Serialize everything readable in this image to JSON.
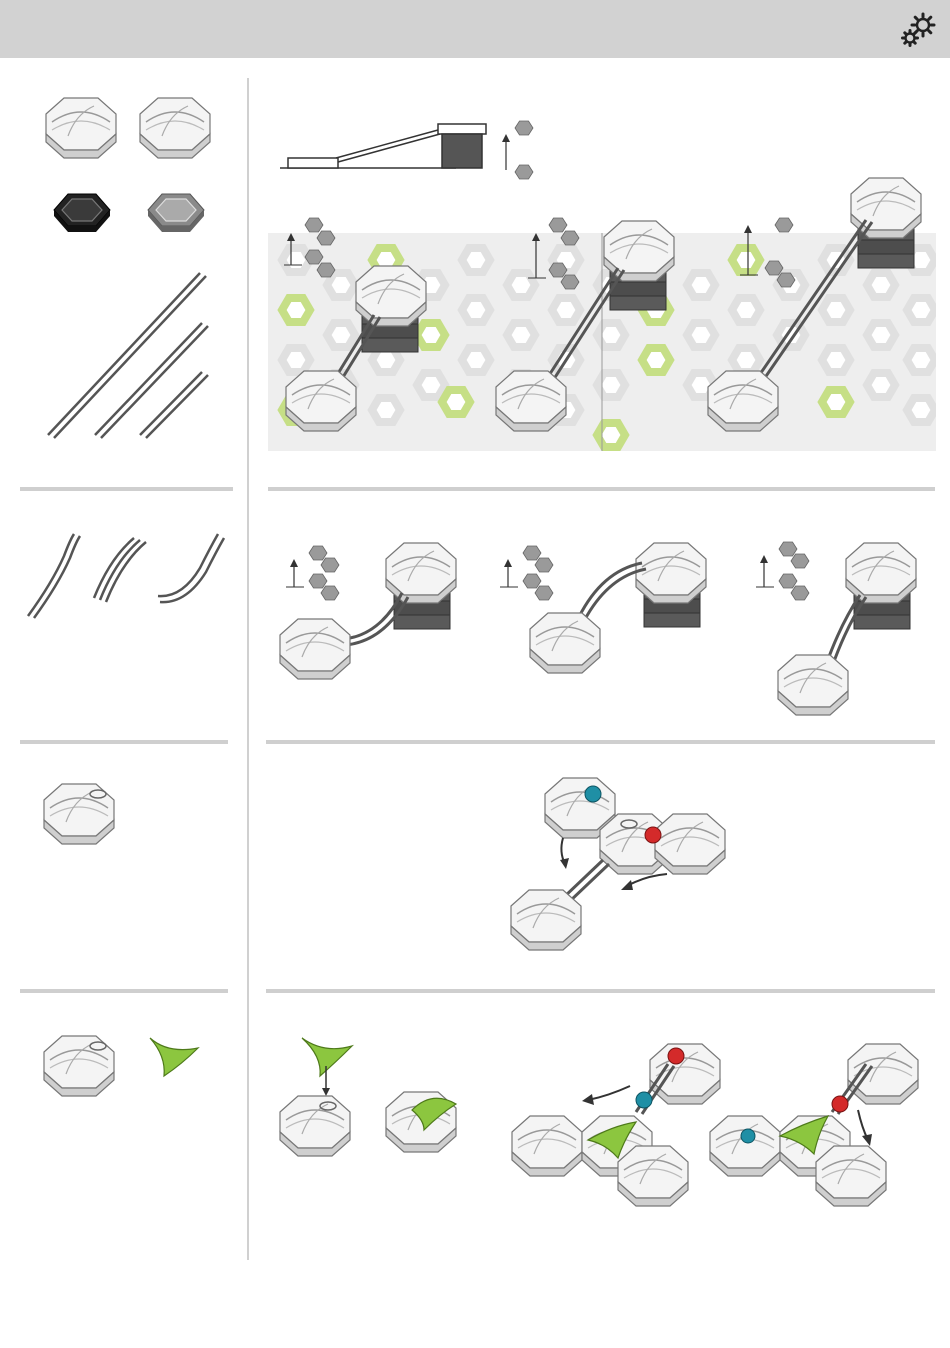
{
  "header": {
    "settings_icon": "gears-icon",
    "background_color": "#d2d2d2"
  },
  "colors": {
    "accent_green": "#8cc63f",
    "ball_blue": "#1f8fa5",
    "ball_red": "#d42a2a",
    "tile_gray": "#e8e8e8",
    "stack_dark": "#4a4a4a"
  },
  "sections": [
    {
      "id": "rails-height",
      "pieces": [
        "curve-tile",
        "curve-tile",
        "height-tile-dark",
        "height-tile-gray",
        "rail-long",
        "rail-medium",
        "rail-short"
      ]
    },
    {
      "id": "flex-rails",
      "pieces": [
        "flex-rail",
        "flex-rail",
        "flex-rail"
      ]
    },
    {
      "id": "junction",
      "pieces": [
        "junction-tile"
      ]
    },
    {
      "id": "switch",
      "pieces": [
        "junction-tile",
        "switch-piece"
      ]
    }
  ]
}
